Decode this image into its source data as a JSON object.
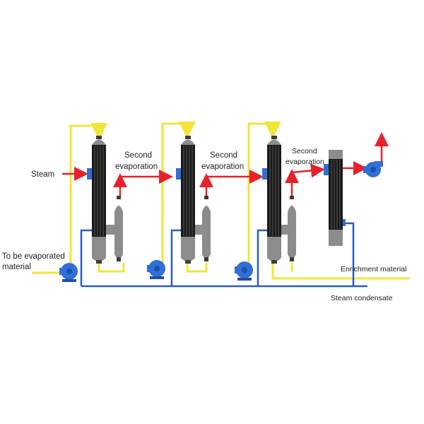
{
  "labels": {
    "steam": "Steam",
    "second_evaporation_1_line1": "Second",
    "second_evaporation_1_line2": "evaporation",
    "second_evaporation_2_line1": "Second",
    "second_evaporation_2_line2": "evaporation",
    "second_evaporation_3_line1": "Second",
    "second_evaporation_3_line2": "evaporation",
    "feed_line1": "To be evaporated",
    "feed_line2": "material",
    "enrichment_material": "Enrichment material",
    "steam_condensate": "Steam condensate"
  },
  "colors": {
    "steam_line": "#e8202a",
    "feed_line": "#f2e53a",
    "condensate_line": "#2a5cc8",
    "pump": "#2f6fd6",
    "vessel": "#8c8c8c",
    "vessel_dark": "#3c3c3c",
    "tube_bundle": "#1a1a1a"
  },
  "icons": {
    "pumps": [
      "pump-icon",
      "pump-icon",
      "pump-icon"
    ],
    "fan": "vacuum-pump-icon"
  }
}
